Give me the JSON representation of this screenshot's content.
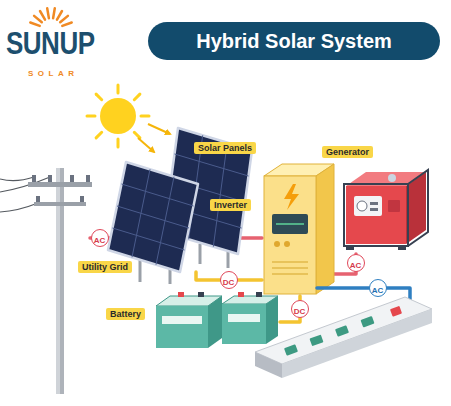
{
  "diagram": {
    "title": "Hybrid Solar System",
    "nodes": [
      {
        "text": [
          "Solar Panels"
        ]
      },
      {
        "text": [
          "Generator"
        ]
      },
      {
        "text": [
          "Inverter"
        ]
      },
      {
        "text": [
          "Utility Grid"
        ]
      },
      {
        "text": [
          "Battery"
        ]
      }
    ],
    "edges": [
      {
        "from": 0,
        "to": 2,
        "label": "DC",
        "arrow": "none"
      },
      {
        "from": 4,
        "to": 2,
        "label": "DC",
        "arrow": "none"
      },
      {
        "from": 3,
        "to": 2,
        "label": "AC",
        "arrow": "none"
      },
      {
        "from": 1,
        "to": 2,
        "label": "AC",
        "arrow": "none"
      }
    ],
    "labels": [
      "SUNUP",
      "SOLAR",
      "AC"
    ]
  }
}
